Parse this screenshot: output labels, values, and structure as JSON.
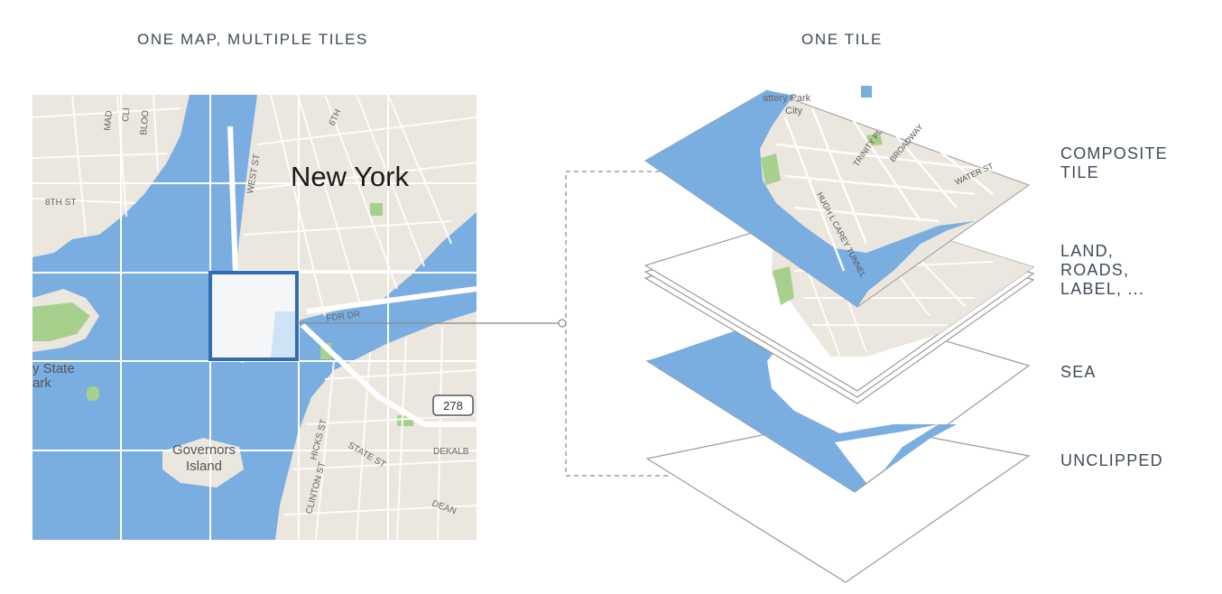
{
  "headings": {
    "left": "ONE MAP, MULTIPLE TILES",
    "right": "ONE TILE"
  },
  "map_labels": {
    "city": "New York",
    "island": [
      "Governors",
      "Island"
    ],
    "park": [
      "y State",
      "ark"
    ],
    "tile_park": [
      "attery Park",
      "City"
    ],
    "highway_shield": "278",
    "streets": [
      "8TH ST",
      "WEST ST",
      "6TH",
      "FDR DR",
      "HICKS ST",
      "CLINTON ST",
      "STATE ST",
      "DEKALB",
      "DEAN",
      "MAD",
      "CLI",
      "BLOO"
    ],
    "tile_streets": [
      "TRINITY PL",
      "BROADWAY",
      "WATER ST",
      "HUGH L CAREY TUNNEL"
    ]
  },
  "layers": [
    {
      "key": "composite",
      "lines": [
        "COMPOSITE",
        "TILE"
      ]
    },
    {
      "key": "land",
      "lines": [
        "LAND,",
        "ROADS,",
        "LABEL, ..."
      ]
    },
    {
      "key": "sea",
      "lines": [
        "SEA"
      ]
    },
    {
      "key": "unclipped",
      "lines": [
        "UNCLIPPED"
      ]
    }
  ],
  "colors": {
    "water": "#7aaee0",
    "land": "#ebe6de",
    "park": "#a8d08d",
    "road": "#ffffff",
    "block": "#d8cfc4",
    "highlight": "#2f6db5",
    "connector": "#888888",
    "text": "#3f4a5a"
  }
}
